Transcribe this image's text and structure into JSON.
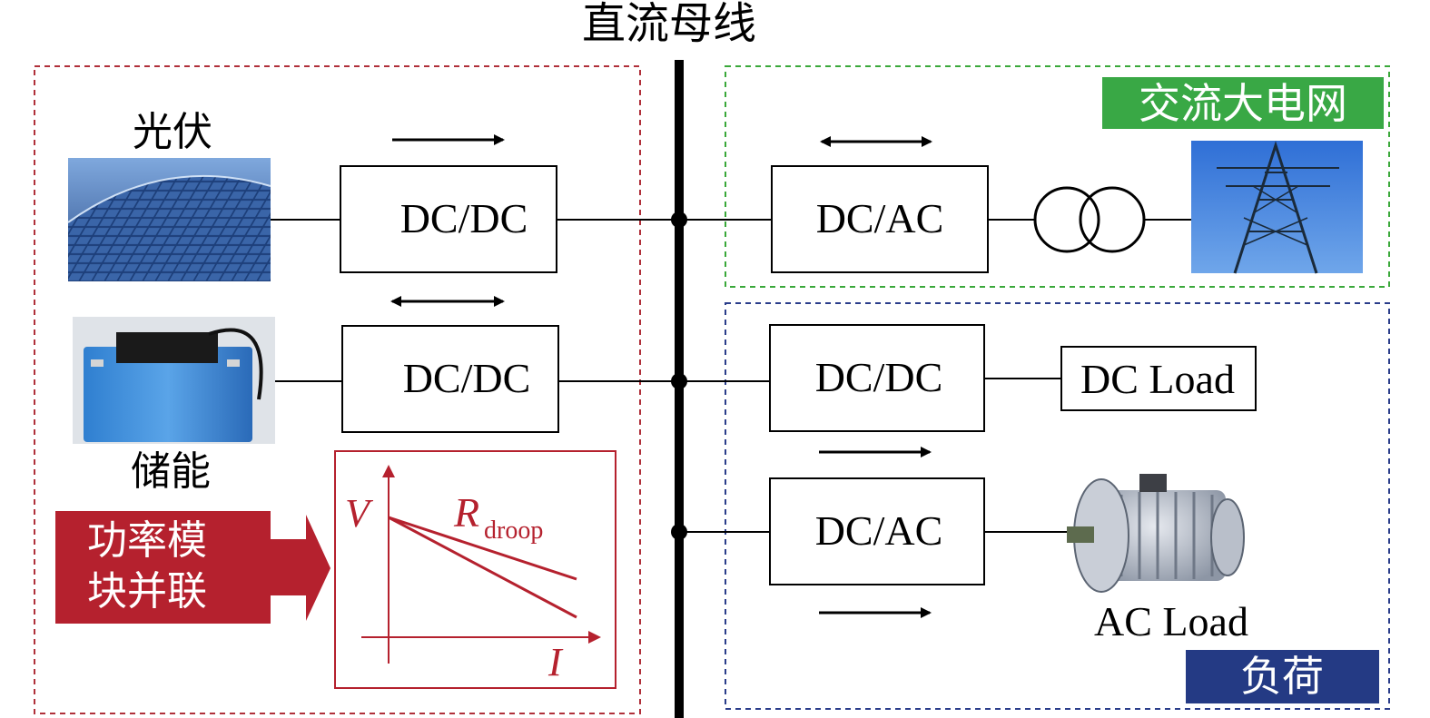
{
  "title": "直流母线",
  "left_group": {
    "pv_label": "光伏",
    "storage_label": "储能",
    "pv_converter": "DC/DC",
    "storage_converter": "DC/DC",
    "parallel_label_line1": "功率模",
    "parallel_label_line2": "块并联",
    "droop_chart": {
      "y_label": "V",
      "x_label": "I",
      "r_label": "R",
      "r_subscript": "droop"
    }
  },
  "grid_group": {
    "badge": "交流大电网",
    "converter": "DC/AC"
  },
  "load_group": {
    "badge": "负荷",
    "dc_converter": "DC/DC",
    "ac_converter": "DC/AC",
    "dc_load": "DC Load",
    "ac_load": "AC Load"
  },
  "colors": {
    "left_border": "#b0303a",
    "grid_border": "#3aa83a",
    "load_border": "#2a3d8a",
    "grid_badge": "#39a845",
    "load_badge": "#243a84",
    "accent_red": "#b5212e",
    "bus": "#000000"
  },
  "icons": [
    "solar-panel-icon",
    "battery-icon",
    "transmission-tower-icon",
    "transformer-icon",
    "motor-icon"
  ]
}
